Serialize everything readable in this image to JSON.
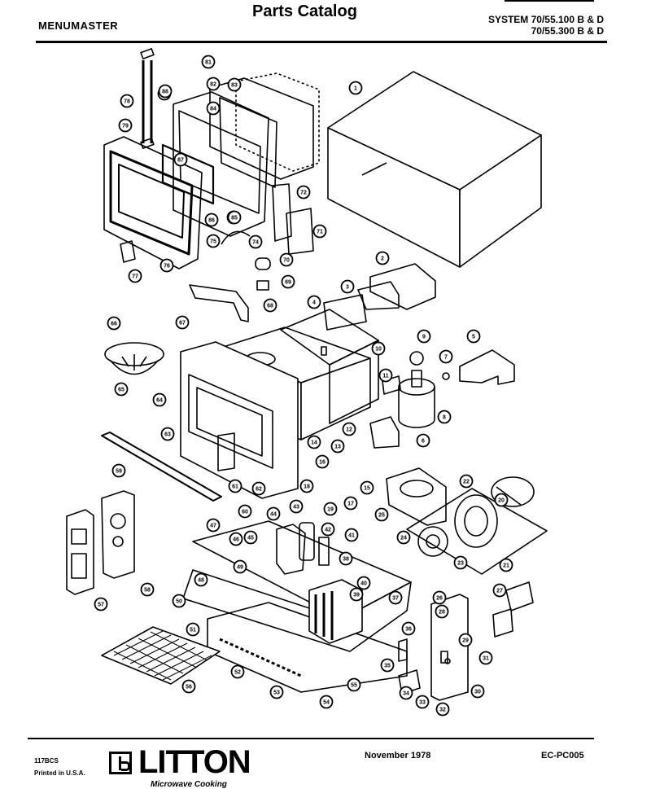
{
  "header": {
    "brand": "MENUMASTER",
    "title": "Parts Catalog",
    "system_line1": "SYSTEM 70/55.100 B & D",
    "system_line2": "70/55.300 B & D"
  },
  "footer": {
    "code": "117BCS",
    "printed": "Printed in U.S.A.",
    "logo": "LITTON",
    "tagline": "Microwave Cooking",
    "date": "November 1978",
    "part_code": "EC-PC005"
  },
  "diagram": {
    "callouts": [
      "1",
      "2",
      "3",
      "4",
      "5",
      "6",
      "7",
      "8",
      "9",
      "10",
      "11",
      "12",
      "13",
      "14",
      "15",
      "16",
      "17",
      "18",
      "19",
      "20",
      "21",
      "22",
      "23",
      "24",
      "25",
      "26",
      "27",
      "28",
      "29",
      "30",
      "31",
      "32",
      "33",
      "34",
      "35",
      "36",
      "37",
      "38",
      "39",
      "40",
      "41",
      "42",
      "43",
      "44",
      "45",
      "46",
      "47",
      "48",
      "49",
      "50",
      "51",
      "52",
      "53",
      "54",
      "55",
      "56",
      "57",
      "58",
      "59",
      "60",
      "61",
      "62",
      "63",
      "64",
      "65",
      "66",
      "67",
      "68",
      "69",
      "70",
      "71",
      "72",
      "73",
      "74",
      "75",
      "76",
      "77",
      "78",
      "79",
      "80",
      "81",
      "82",
      "83",
      "84",
      "85",
      "86",
      "87",
      "88"
    ]
  }
}
